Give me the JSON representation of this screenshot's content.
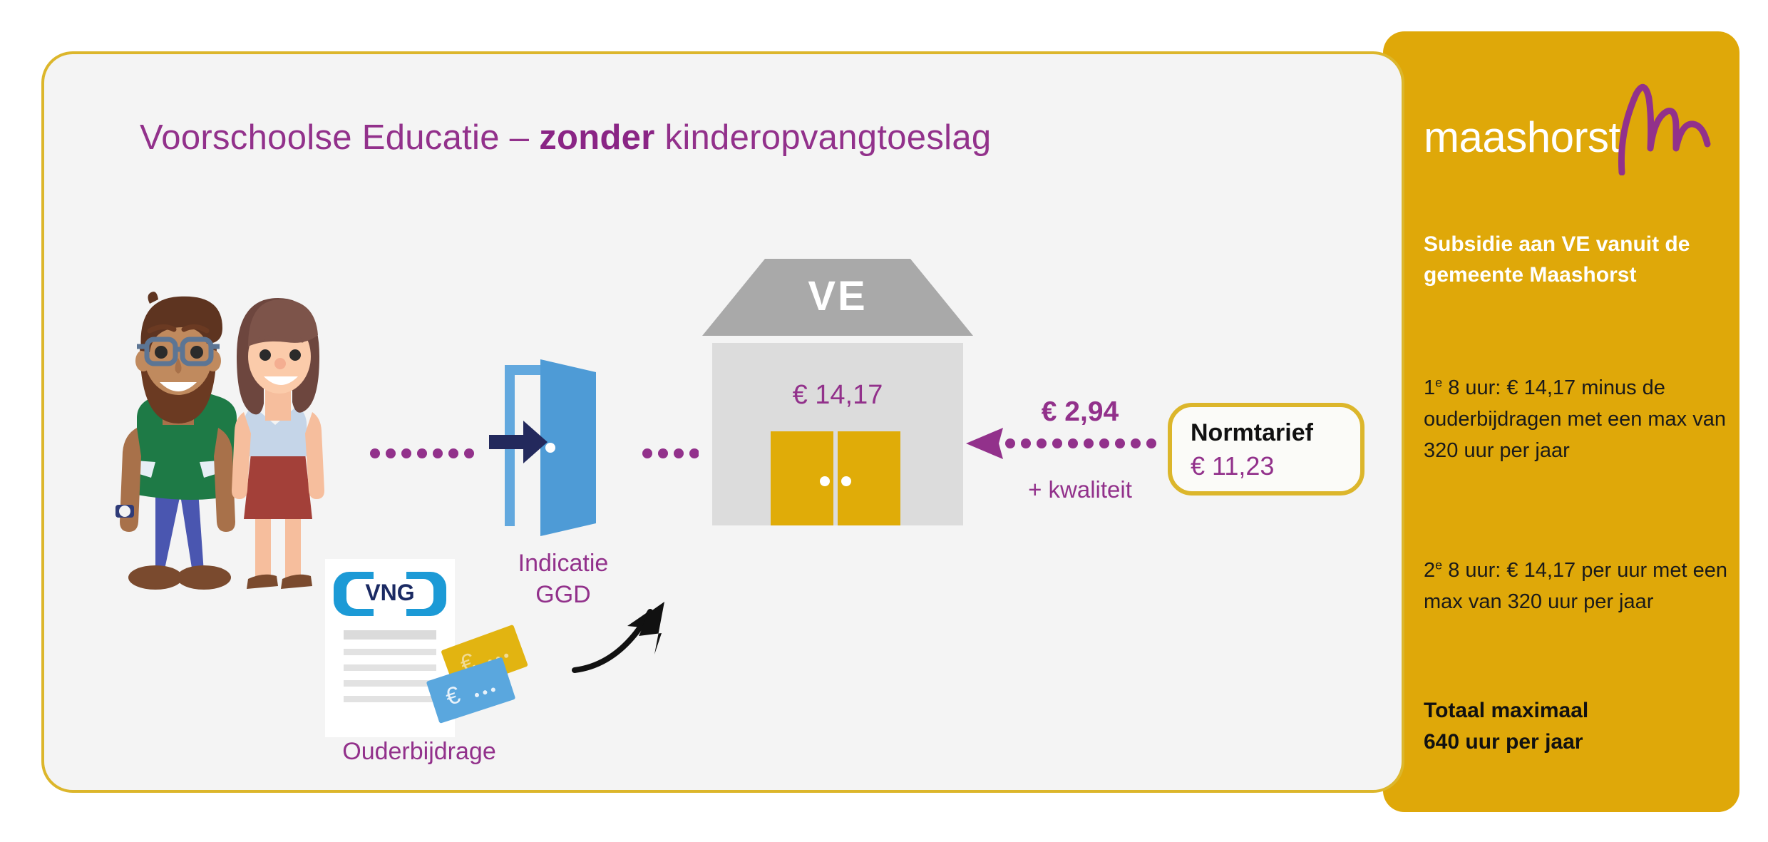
{
  "card": {
    "title_part1": "Voorschoolse Educatie – ",
    "title_bold": "zonder",
    "title_part2": " kinderopvangtoeslag"
  },
  "people": {
    "label": "Ouderbijdrage",
    "document_logo": "VNG"
  },
  "door": {
    "label_line1": "Indicatie",
    "label_line2": "GGD"
  },
  "house": {
    "sign": "VE",
    "price": "€ 14,17"
  },
  "subsidy_arrow": {
    "amount": "€ 2,94",
    "note": "+ kwaliteit"
  },
  "normtarief": {
    "title": "Normtarief",
    "value": "€ 11,23"
  },
  "sidebar": {
    "logo_text": "maashorst",
    "heading": "Subsidie aan VE vanuit de gemeente Maashorst",
    "para1_pre": "1",
    "para1_sup": "e",
    "para1_rest": " 8 uur: € 14,17 minus de ouderbijdragen met een max van 320 uur per jaar",
    "para2_pre": "2",
    "para2_sup": "e",
    "para2_rest": " 8 uur: € 14,17 per uur met een max van 320 uur per jaar",
    "total_line1": "Totaal maximaal",
    "total_line2": "640 uur per jaar"
  },
  "colors": {
    "purple": "#92318B",
    "yellow": "#DFA809",
    "gold_border": "#DCB62B",
    "card_bg": "#F4F4F4",
    "navy": "#23295C",
    "door_blue": "#4E9BD6"
  }
}
